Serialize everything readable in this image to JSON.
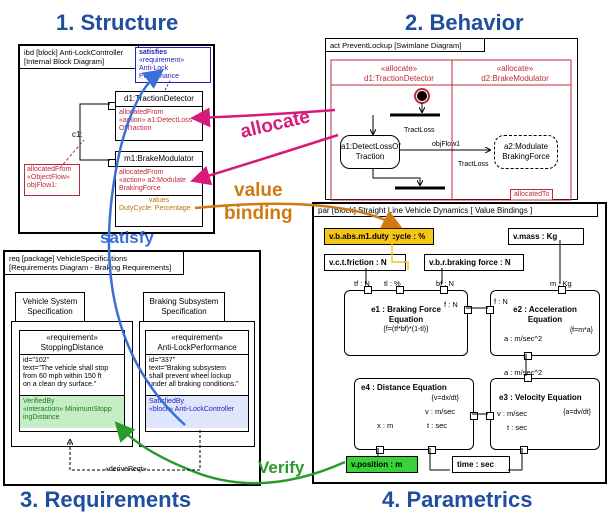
{
  "titles": {
    "structure": "1. Structure",
    "behavior": "2. Behavior",
    "requirements": "3. Requirements",
    "parametrics": "4. Parametrics"
  },
  "arrows": {
    "allocate": "allocate",
    "value_binding_1": "value",
    "value_binding_2": "binding",
    "satisfy": "satisfy",
    "verify": "Verify"
  },
  "colors": {
    "title": "#1f4e9e",
    "allocate": "#d81b7a",
    "value_binding": "#d07a14",
    "satisfy": "#3a6fd8",
    "verify": "#2a9a2a",
    "highlight_yellow": "#f5c518",
    "highlight_green": "#39d339"
  },
  "ibd": {
    "header_1": "ibd [block] Anti-LockController",
    "header_2": "[Internal Block Diagram]",
    "satisfies_title": "satisfies",
    "satisfies_stereo": "«requirement»",
    "satisfies_name_1": "Anti-Lock",
    "satisfies_name_2": "Performance",
    "traction_title": "d1:TractionDetector",
    "traction_alloc_title": "allocatedFrom",
    "traction_alloc_1": "«action» a1:DetectLoss",
    "traction_alloc_2": "OfTraction",
    "c1_label": "c1:",
    "brake_title": "m1:BrakeModulator",
    "brake_alloc_title": "allocatedFrom",
    "brake_alloc_1": "«action» a2:Modulate",
    "brake_alloc_2": "BrakingForce",
    "values_title": "values",
    "values_text": "DutyCycle: Percentage",
    "flow_alloc_title": "allocatedFrom",
    "flow_alloc_1": "«ObjectFlow»",
    "flow_alloc_2": "objFlow1:"
  },
  "act": {
    "header": "act PreventLockup [Swimlane Diagram]",
    "lane1_stereo": "«allocate»",
    "lane1_name": "d1:TractionDetector",
    "lane2_stereo": "«allocate»",
    "lane2_name": "d2:BrakeModulator",
    "traction_loss_1": "TractLoss",
    "action1_1": "a1:DetectLossOf",
    "action1_2": "Traction",
    "objflow": "objFlow1",
    "traction_loss_2": "TractLoss",
    "action2_1": "a2:Modulate",
    "action2_2": "BrakingForce",
    "allocated_to": "allocatedTo"
  },
  "req": {
    "header_1": "req [package] VehicleSpecifications",
    "header_2": "[Requirements Diagram - Braking Requirements]",
    "pkg1_1": "Vehicle System",
    "pkg1_2": "Specification",
    "pkg2_1": "Braking  Subsystem",
    "pkg2_2": "Specification",
    "r1_stereo": "«requirement»",
    "r1_name": "StoppingDistance",
    "r1_id": "id=\"102\"",
    "r1_text_1": "text=\"The vehicle shall stop",
    "r1_text_2": "from 60 mph within 150 ft",
    "r1_text_3": "on a clean dry surface.\"",
    "r1_verified": "VerifiedBy",
    "r1_verified_1": "«interaction» MinimumStopp",
    "r1_verified_2": "ingDistance",
    "r2_stereo": "«requirement»",
    "r2_name": "Anti-LockPerformance",
    "r2_id": "id=\"337\"",
    "r2_text_1": "text=\"Braking subsystem",
    "r2_text_2": "shall prevent wheel lockup",
    "r2_text_3": "under all braking conditions.\"",
    "r2_satisfied": "SatisfiedBy",
    "r2_satisfied_1": "«block» Anti-LockController",
    "derive": "«deriveReqt»"
  },
  "par": {
    "header": "par [Block] Straight Line Vehicle Dynamics [ Value Bindings ]",
    "duty": "v.b.abs.m1.duty cycle : %",
    "mass": "v.mass : Kg",
    "friction": "v.c.t.friction : N",
    "braking": "v.b.r.braking force : N",
    "tf": "tf : N",
    "tl": "tl : %",
    "bf": "bf : N",
    "m": "m : Kg",
    "fn1": "f : N",
    "fn2": "f : N",
    "e1_1": "e1 : Braking Force",
    "e1_2": "Equation",
    "e1_eq": "{f=(tf*bf)*(1-tl)}",
    "e2_1": "e2 : Acceleration",
    "e2_2": "Equation",
    "e2_eq": "{f=m*a}",
    "a1": "a : m/sec^2",
    "a2": "a : m/sec^2",
    "e4_1": "e4 : Distance Equation",
    "e4_eq": "{v=dx/dt}",
    "v1": "v : m/sec",
    "v2": "v : m/sec",
    "x": "x : m",
    "t1": "t : sec",
    "t2": "t : sec",
    "e3_1": "e3 : Velocity Equation",
    "e3_eq": "{a=dv/dt}",
    "position": "v.position : m",
    "time": "time : sec"
  }
}
